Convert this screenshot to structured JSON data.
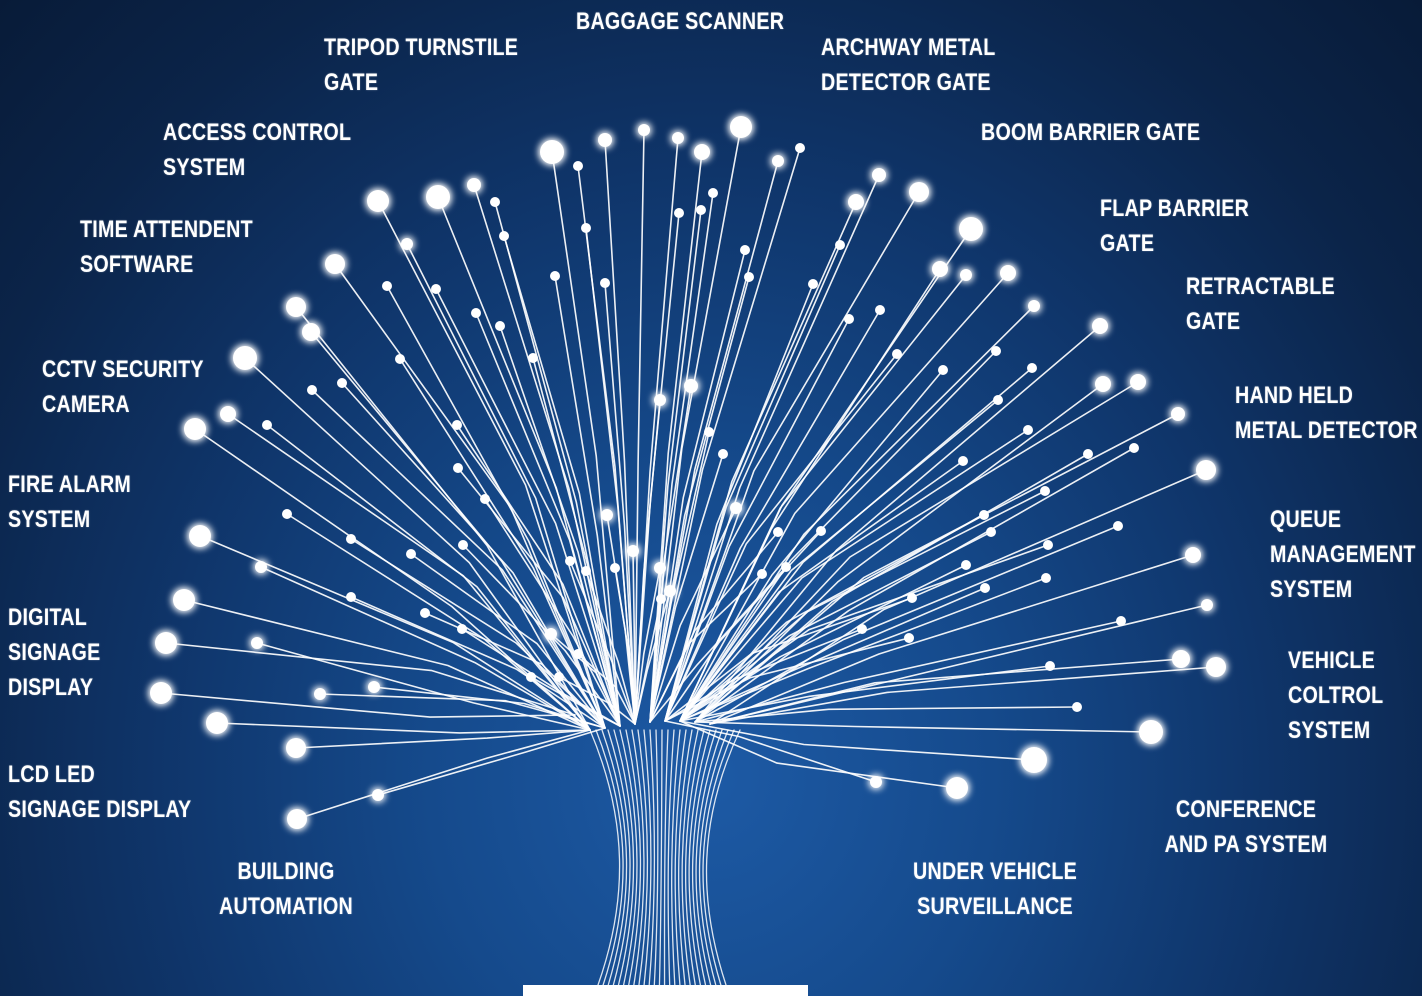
{
  "diagram": {
    "center_label": "",
    "branches": [
      {
        "id": "baggage",
        "lines": [
          "BAGGAGE SCANNER"
        ]
      },
      {
        "id": "tripod",
        "lines": [
          "TRIPOD TURNSTILE",
          "GATE"
        ]
      },
      {
        "id": "archway",
        "lines": [
          "ARCHWAY METAL",
          "DETECTOR GATE"
        ]
      },
      {
        "id": "access",
        "lines": [
          "ACCESS CONTROL",
          "SYSTEM"
        ]
      },
      {
        "id": "boom",
        "lines": [
          "BOOM BARRIER GATE"
        ]
      },
      {
        "id": "time",
        "lines": [
          "TIME ATTENDENT",
          "SOFTWARE"
        ]
      },
      {
        "id": "flap",
        "lines": [
          "FLAP BARRIER",
          "GATE"
        ]
      },
      {
        "id": "retractable",
        "lines": [
          "RETRACTABLE",
          "GATE"
        ]
      },
      {
        "id": "cctv",
        "lines": [
          "CCTV SECURITY",
          "CAMERA"
        ]
      },
      {
        "id": "handheld",
        "lines": [
          "HAND HELD",
          "METAL DETECTOR"
        ]
      },
      {
        "id": "fire",
        "lines": [
          "FIRE ALARM",
          "SYSTEM"
        ]
      },
      {
        "id": "queue",
        "lines": [
          "QUEUE",
          "MANAGEMENT",
          "SYSTEM"
        ]
      },
      {
        "id": "digital",
        "lines": [
          "DIGITAL",
          "SIGNAGE",
          "DISPLAY"
        ]
      },
      {
        "id": "vehicle",
        "lines": [
          "VEHICLE",
          "COLTROL",
          "SYSTEM"
        ]
      },
      {
        "id": "lcd",
        "lines": [
          "LCD LED",
          "SIGNAGE DISPLAY"
        ]
      },
      {
        "id": "conference",
        "lines": [
          "CONFERENCE",
          "AND PA SYSTEM"
        ]
      },
      {
        "id": "building",
        "lines": [
          "BUILDING",
          "AUTOMATION"
        ]
      },
      {
        "id": "undervehicle",
        "lines": [
          "UNDER VEHICLE",
          "SURVEILLANCE"
        ]
      }
    ]
  },
  "colors": {
    "background": "#0f356a",
    "line": "#ffffff",
    "glow": "#ffffff"
  }
}
